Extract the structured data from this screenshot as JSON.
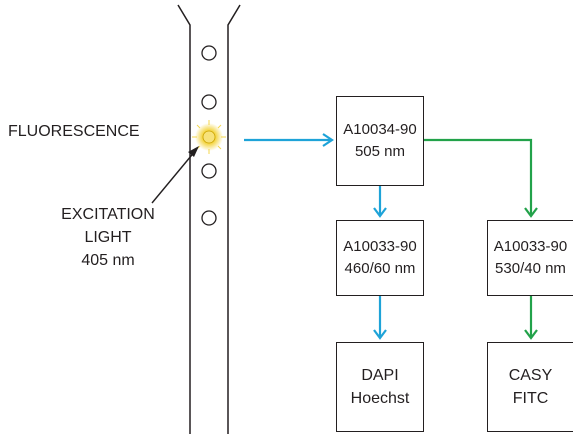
{
  "colors": {
    "excitation_arrow": "#1ea3d8",
    "green_arrow": "#22a24a",
    "outline": "#231f20",
    "glow": "#f3d33b"
  },
  "labels": {
    "fluorescence": "FLUORESCENCE",
    "excitation_line1": "EXCITATION",
    "excitation_line2": "LIGHT",
    "excitation_line3": "405 nm"
  },
  "filters": {
    "dichroic": {
      "part": "A10034-90",
      "spec": "505 nm"
    },
    "blue_filter": {
      "part": "A10033-90",
      "spec": "460/60 nm"
    },
    "green_filter": {
      "part": "A10033-90",
      "spec": "530/40 nm"
    }
  },
  "detectors": {
    "blue": {
      "line1": "DAPI",
      "line2": "Hoechst"
    },
    "green": {
      "line1": "CASY",
      "line2": "FITC"
    }
  }
}
